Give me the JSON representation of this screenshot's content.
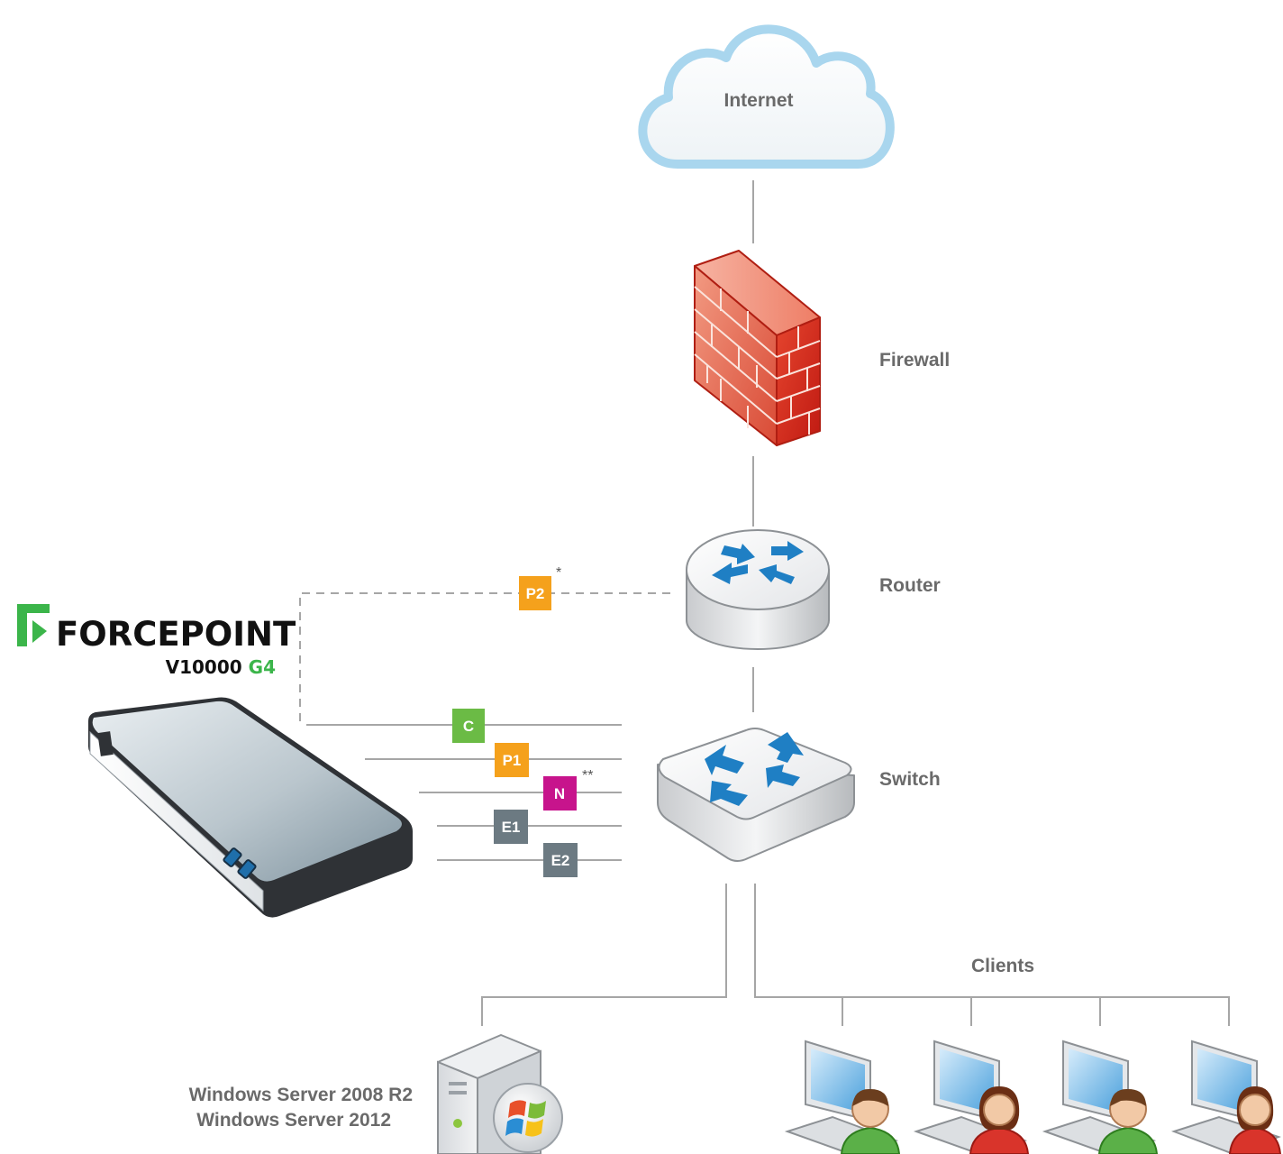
{
  "nodes": {
    "internet": "Internet",
    "firewall": "Firewall",
    "router": "Router",
    "switch": "Switch",
    "clients": "Clients",
    "server_os_1": "Windows Server 2008 R2",
    "server_os_2": "Windows Server 2012"
  },
  "brand": {
    "name": "FORCEPOINT",
    "model": "V10000",
    "generation": "G4",
    "accent_color": "#3bb54a"
  },
  "ports": {
    "p2": {
      "label": "P2",
      "note": "*",
      "color": "#f5a11c"
    },
    "c": {
      "label": "C",
      "color": "#6bbb45"
    },
    "p1": {
      "label": "P1",
      "color": "#f5a11c"
    },
    "n": {
      "label": "N",
      "note": "**",
      "color": "#c7148c"
    },
    "e1": {
      "label": "E1",
      "color": "#6c7a82"
    },
    "e2": {
      "label": "E2",
      "color": "#6c7a82"
    }
  }
}
